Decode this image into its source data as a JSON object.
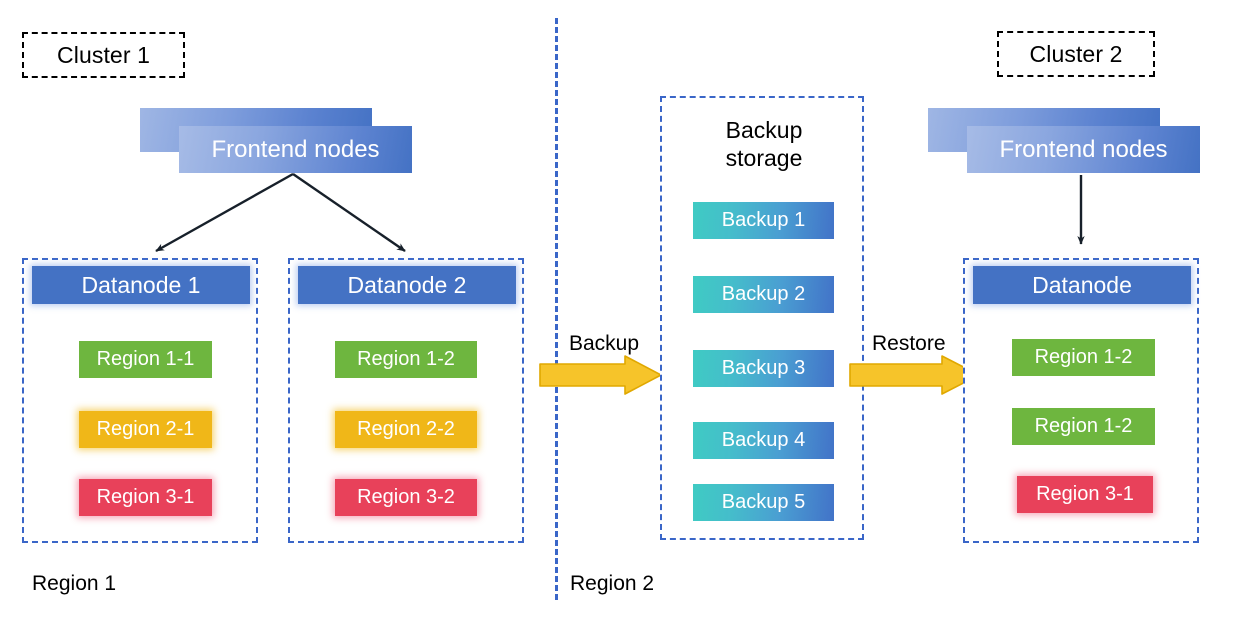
{
  "diagram": {
    "title_left": "Cluster 1",
    "title_right": "Cluster 2",
    "colors": {
      "node_blue": "#4472c4",
      "region_green": "#6eb63f",
      "region_gold": "#f0b718",
      "region_red": "#e8415a",
      "backup_gradient_from": "#3fcbc3",
      "backup_gradient_to": "#4273c8",
      "dashed_blue": "#3a66c8",
      "arrow_gold": "#f5c13a"
    }
  },
  "cluster1": {
    "tag": "Cluster 1",
    "frontend": {
      "label": "Frontend nodes"
    },
    "datanodes": [
      {
        "header": "Datanode 1",
        "regions": [
          {
            "label": "Region 1-1",
            "color": "green"
          },
          {
            "label": "Region 2-1",
            "color": "gold"
          },
          {
            "label": "Region 3-1",
            "color": "red"
          }
        ]
      },
      {
        "header": "Datanode 2",
        "regions": [
          {
            "label": "Region 1-2",
            "color": "green"
          },
          {
            "label": "Region 2-2",
            "color": "gold"
          },
          {
            "label": "Region 3-2",
            "color": "red"
          }
        ]
      }
    ]
  },
  "backup_storage": {
    "title_line1": "Backup",
    "title_line2": "storage",
    "items": [
      {
        "label": "Backup 1"
      },
      {
        "label": "Backup 2"
      },
      {
        "label": "Backup 3"
      },
      {
        "label": "Backup 4"
      },
      {
        "label": "Backup 5"
      }
    ]
  },
  "cluster2": {
    "tag": "Cluster 2",
    "frontend": {
      "label": "Frontend nodes"
    },
    "datanode": {
      "header": "Datanode",
      "regions": [
        {
          "label": "Region 1-2",
          "color": "green"
        },
        {
          "label": "Region 1-2",
          "color": "green"
        },
        {
          "label": "Region 3-1",
          "color": "red"
        }
      ]
    }
  },
  "flows": {
    "backup_arrow_label": "Backup",
    "restore_arrow_label": "Restore"
  },
  "region_labels": {
    "left": "Region 1",
    "right": "Region 2"
  }
}
